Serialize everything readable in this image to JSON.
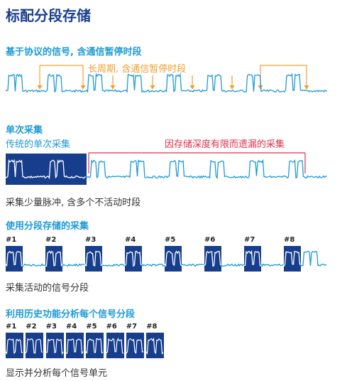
{
  "title": "标配分段存储",
  "section1": {
    "heading": "基于协议的信号, 含通信暂停时段",
    "annotation": "长周期, 含通信暂停时段"
  },
  "section2": {
    "heading": "单次采集",
    "subheading": "传统的单次采集",
    "annotation": "因存储深度有限而遗漏的采集",
    "caption": "采集少量脉冲, 含多个不活动时段"
  },
  "section3": {
    "heading": "使用分段存储的采集",
    "segments": [
      "#1",
      "#2",
      "#3",
      "#4",
      "#5",
      "#6",
      "#7",
      "#8"
    ],
    "caption": "采集活动的信号分段"
  },
  "section4": {
    "heading": "利用历史功能分析每个信号分段",
    "segments": [
      "#1",
      "#2",
      "#3",
      "#4",
      "#5",
      "#6",
      "#7",
      "#8"
    ],
    "caption": "显示并分析每个信号单元"
  },
  "colors": {
    "title": "#1b3f8f",
    "heading": "#1d9ad6",
    "signal": "#1d9ad6",
    "segment_bg": "#173e8c",
    "orange": "#f0a030",
    "red": "#e0314b"
  }
}
